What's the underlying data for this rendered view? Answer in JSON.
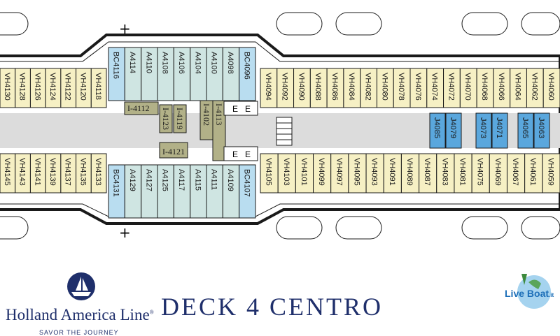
{
  "map": {
    "deck_title": "DECK 4 CENTRO",
    "colors": {
      "veranda": "#f6f0c4",
      "suite": "#cfe5e2",
      "outside": "#b9ddf0",
      "interior": "#5aa7dd",
      "staff": "#b2b188",
      "hull": "#1a1a1a"
    },
    "icons": [
      "plus-marker-icon",
      "accessible-icon",
      "elevator-icon",
      "stair-icon",
      "lifeboat-icon",
      "holland-america-emblem-icon",
      "liveboat-globe-icon"
    ],
    "cabins_top_left": [
      "VH4130",
      "VH4128",
      "VH4126",
      "VH4124",
      "VH4122",
      "VH4120",
      "VH4118"
    ],
    "cabins_top_center": [
      "BC4116",
      "A4114",
      "A4110",
      "A4108",
      "A4106",
      "A4104",
      "A4100",
      "A4098",
      "BC4096"
    ],
    "cabins_top_right": [
      "VH4094",
      "VH4092",
      "VH4090",
      "VH4088",
      "VH4086",
      "VH4084",
      "VH4082",
      "VH4080",
      "VH4078",
      "VH4076",
      "VH4074",
      "VH4072",
      "VH4070",
      "VH4068",
      "VH4066",
      "VH4064",
      "VH4062",
      "VH4060"
    ],
    "cabins_bottom_left": [
      "VH4145",
      "VH4143",
      "VH4141",
      "VH4139",
      "VH4137",
      "VH4135",
      "VH4133"
    ],
    "cabins_bottom_center": [
      "BC4131",
      "A4129",
      "A4127",
      "A4125",
      "A4117",
      "A4115",
      "A4111",
      "A4109",
      "BC4107"
    ],
    "cabins_bottom_right": [
      "VH4105",
      "VH4103",
      "VH4101",
      "VH4099",
      "VH4097",
      "VH4095",
      "VH4093",
      "VH4091",
      "VH4089",
      "VH4087",
      "VH4083",
      "VH4081",
      "VH4075",
      "VH4069",
      "VH4067",
      "VH4061",
      "VH4059"
    ],
    "interior_cabins": [
      "J4085",
      "J4079",
      "J4073",
      "J4071",
      "J4065",
      "J4063"
    ],
    "staff_rooms": {
      "i4112": "I-4112",
      "i4123": "I-4123",
      "i4119": "I-4119",
      "i4121": "I-4121",
      "i4102": "I-4102",
      "i4113": "I-4113"
    }
  },
  "brand": {
    "name": "Holland America Line",
    "mark": "®",
    "slogan": "SAVOR THE JOURNEY"
  },
  "watermark": {
    "text": "Live Boat",
    "suffix": ".it"
  }
}
